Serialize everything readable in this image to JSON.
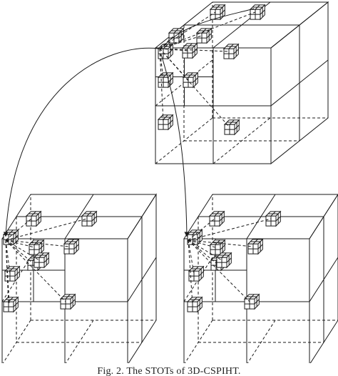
{
  "caption": "Fig. 2. The STOTs of 3D-CSPIHT.",
  "colors": {
    "stroke": "#1a1a1a",
    "background": "#ffffff"
  },
  "structure": {
    "top_cube": {
      "splits": 2,
      "zoom_level_nodes": 10
    },
    "bottom_left_cube": {
      "splits": 2,
      "zoom_level_nodes": 9
    },
    "bottom_right_cube": {
      "splits": 2,
      "zoom_level_nodes": 9
    }
  }
}
